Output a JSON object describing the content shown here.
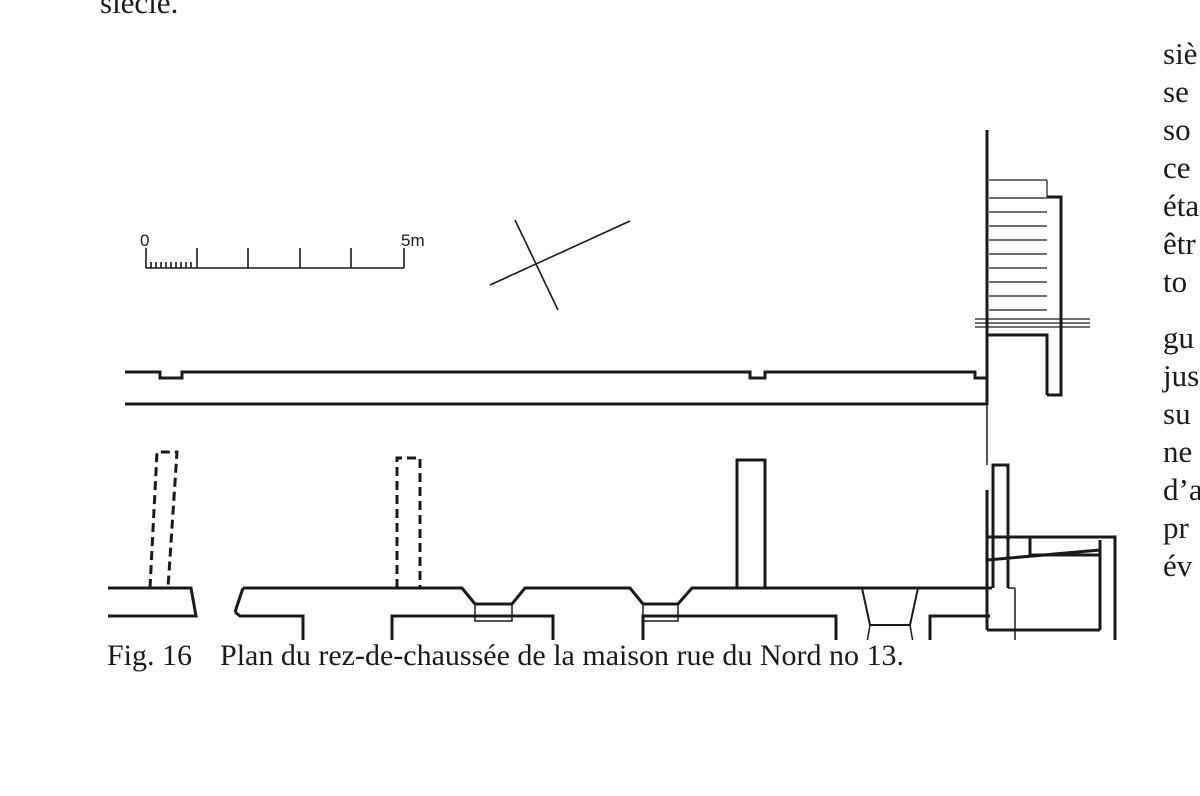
{
  "top_fragment": "siècle.",
  "right_column": {
    "para1": [
      "siè",
      "se",
      "so",
      "ce",
      "éta",
      "êtr",
      "to"
    ],
    "para2": [
      "gu",
      "jus",
      "su",
      "ne",
      "d’a",
      "pr",
      "év"
    ]
  },
  "figure": {
    "scale_label_start": "0",
    "scale_label_end": "5m",
    "caption_number": "Fig. 16",
    "caption_text": "Plan du rez-de-chaussée de la maison rue du Nord no 13."
  }
}
